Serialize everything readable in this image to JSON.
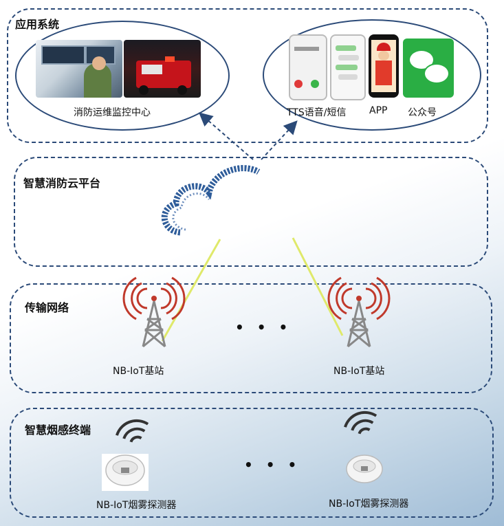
{
  "layers": {
    "app": {
      "title": "应用系统"
    },
    "cloud": {
      "title": "智慧消防云平台"
    },
    "network": {
      "title": "传输网络"
    },
    "terminal": {
      "title": "智慧烟感终端"
    }
  },
  "app_left": {
    "label": "消防运维监控中心"
  },
  "app_right": {
    "labels": [
      "TTS语音/短信",
      "APP",
      "公众号"
    ]
  },
  "stations": [
    {
      "label": "NB-IoT基站"
    },
    {
      "label": "NB-IoT基站"
    }
  ],
  "detectors": [
    {
      "label": "NB-IoT烟雾探测器"
    },
    {
      "label": "NB-IoT烟雾探测器"
    }
  ],
  "ellipsis": "• • •",
  "colors": {
    "border": "#2b4a78",
    "link": "#dfe96a",
    "signal": "#c0392b",
    "cloud": "#2f5d9a"
  }
}
